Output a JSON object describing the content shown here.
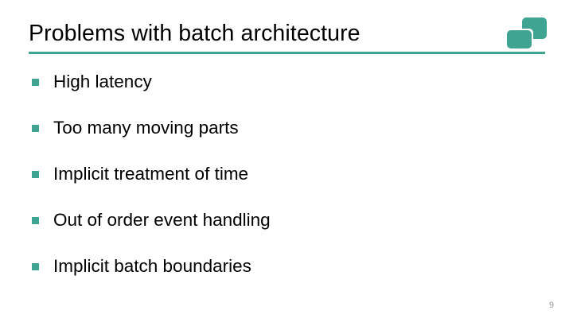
{
  "slide": {
    "title": "Problems with batch architecture",
    "page_number": "9",
    "accent_color": "#3FA592",
    "text_color": "#000000",
    "background_color": "#FFFFFF",
    "page_number_color": "#9A9A9A"
  },
  "logo": {
    "name": "two-overlapping-rounded-squares-logo",
    "color": "#3FA592"
  },
  "bullets": [
    {
      "marker": "square-bullet-icon",
      "label": "High latency"
    },
    {
      "marker": "square-bullet-icon",
      "label": "Too many moving parts"
    },
    {
      "marker": "square-bullet-icon",
      "label": "Implicit treatment of time"
    },
    {
      "marker": "square-bullet-icon",
      "label": "Out of order event handling"
    },
    {
      "marker": "square-bullet-icon",
      "label": "Implicit batch boundaries"
    }
  ]
}
